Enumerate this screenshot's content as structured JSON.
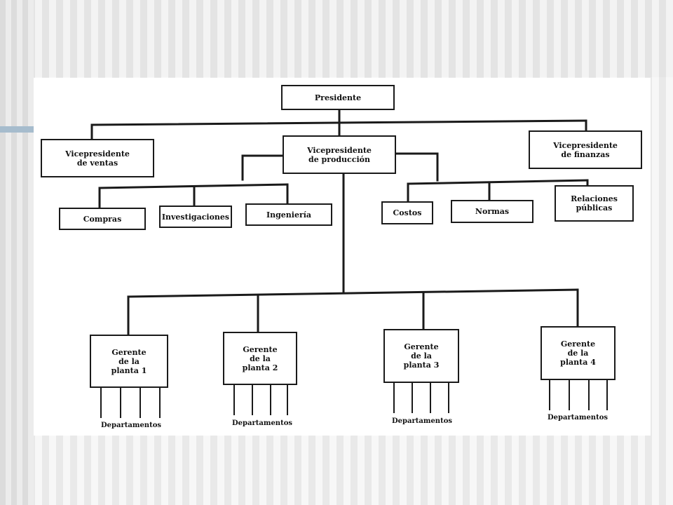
{
  "chart": {
    "president": "Presidente",
    "vp_sales": "Vicepresidente\nde ventas",
    "vp_production": "Vicepresidente\nde producción",
    "vp_finance": "Vicepresidente\nde finanzas",
    "purchasing": "Compras",
    "research": "Investigaciones",
    "engineering": "Ingeniería",
    "costs": "Costos",
    "standards": "Normas",
    "public_relations": "Relaciones\npúblicas",
    "plants": [
      {
        "label": "Gerente\nde la\nplanta 1",
        "departments": "Departamentos"
      },
      {
        "label": "Gerente\nde la\nplanta 2",
        "departments": "Departamentos"
      },
      {
        "label": "Gerente\nde la\nplanta 3",
        "departments": "Departamentos"
      },
      {
        "label": "Gerente\nde la\nplanta 4",
        "departments": "Departamentos"
      }
    ]
  },
  "colors": {
    "line": "#1a1a1a",
    "accent": "#a6bccd"
  }
}
